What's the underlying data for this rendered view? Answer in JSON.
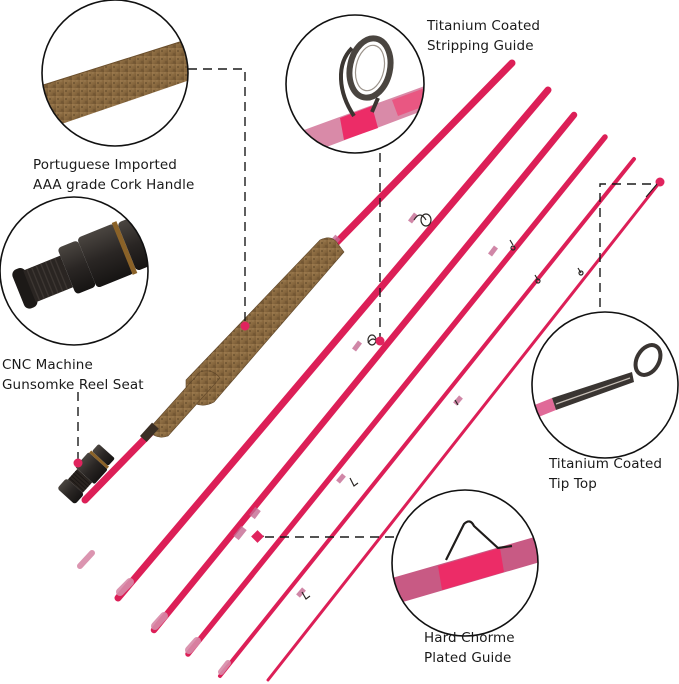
{
  "infographic": {
    "subject": "6-piece pink fly fishing rod with cork handle",
    "accent_color": "#e0245e",
    "callouts": [
      {
        "id": "cork-handle",
        "lines": [
          "Portuguese Imported",
          "AAA grade Cork Handle"
        ],
        "icon": "cork-handle-closeup"
      },
      {
        "id": "reel-seat",
        "lines": [
          "CNC Machine",
          "Gunsomke Reel Seat"
        ],
        "icon": "reel-seat-closeup"
      },
      {
        "id": "stripping-guide",
        "lines": [
          "Titanium Coated",
          "Stripping Guide"
        ],
        "icon": "stripping-guide-closeup"
      },
      {
        "id": "tip-top",
        "lines": [
          "Titanium Coated",
          "Tip Top"
        ],
        "icon": "tip-top-closeup"
      },
      {
        "id": "chrome-guide",
        "lines": [
          "Hard Chorme",
          "Plated Guide"
        ],
        "icon": "snake-guide-closeup"
      }
    ],
    "rod_sections": 6
  }
}
